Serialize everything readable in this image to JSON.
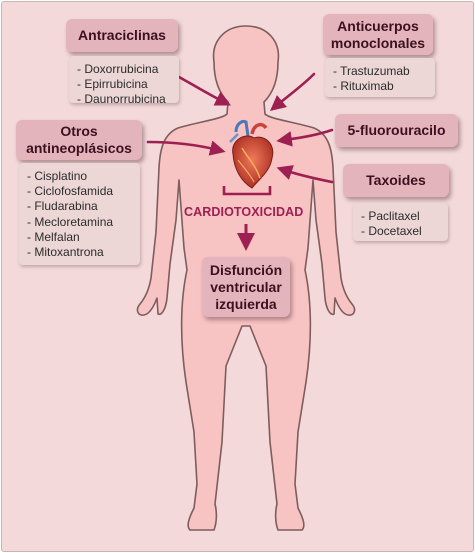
{
  "groups": {
    "antraciclinas": {
      "title": "Antraciclinas",
      "drugs": [
        "Doxorrubicina",
        "Epirrubicina",
        "Daunorrubicina"
      ]
    },
    "anticuerpos": {
      "title_line1": "Anticuerpos",
      "title_line2": "monoclonales",
      "drugs": [
        "Trastuzumab",
        "Rituximab"
      ]
    },
    "otros": {
      "title_line1": "Otros",
      "title_line2": "antineoplásicos",
      "drugs": [
        "Cisplatino",
        "Ciclofosfamida",
        "Fludarabina",
        "Mecloretamina",
        "Melfalan",
        "Mitoxantrona"
      ]
    },
    "fluorouracilo": {
      "title": "5-fluorouracilo"
    },
    "taxoides": {
      "title": "Taxoides",
      "drugs": [
        "Paclitaxel",
        "Docetaxel"
      ]
    }
  },
  "cardiotoxicidad": "CARDIOTOXICIDAD",
  "outcome": {
    "line1": "Disfunción",
    "line2": "ventricular",
    "line3": "izquierda"
  },
  "colors": {
    "background": "#f3d9d9",
    "body": "#f8c3c3",
    "body_outline": "#7d5d5d",
    "header_box": "#e3b4bc",
    "list_box": "#ecd6d6",
    "arrow": "#9e1f52",
    "heart": "#c0392b"
  },
  "icons": {
    "heart": "anatomical-heart-icon"
  }
}
